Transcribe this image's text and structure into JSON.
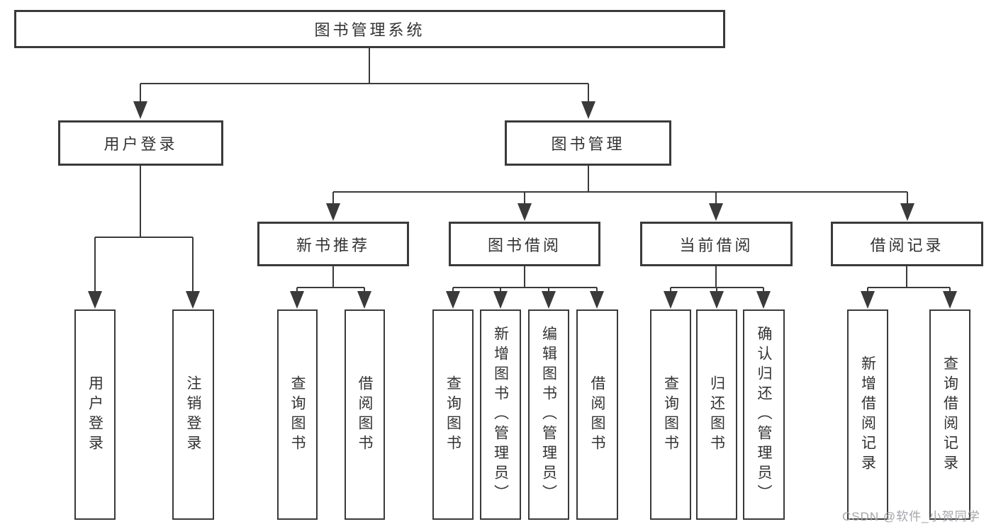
{
  "tree": {
    "root": "图书管理系统",
    "user_login": {
      "label": "用户登录",
      "children": [
        "用户登录",
        "注销登录"
      ]
    },
    "book_mgmt": {
      "label": "图书管理",
      "sections": {
        "new_book_rec": {
          "label": "新书推荐",
          "children": [
            "查询图书",
            "借阅图书"
          ]
        },
        "book_borrow": {
          "label": "图书借阅",
          "children": [
            "查询图书",
            "新增图书（管理员）",
            "编辑图书（管理员）",
            "借阅图书"
          ]
        },
        "current_borrow": {
          "label": "当前借阅",
          "children": [
            "查询图书",
            "归还图书",
            "确认归还（管理员）"
          ]
        },
        "borrow_record": {
          "label": "借阅记录",
          "children": [
            "新增借阅记录",
            "查询借阅记录"
          ]
        }
      }
    }
  },
  "watermark": "CSDN @软件_小贺同学",
  "colors": {
    "line": "#3a3a3a",
    "text": "#333333",
    "watermark_gray": "#a5a5aa",
    "background": "#ffffff"
  }
}
